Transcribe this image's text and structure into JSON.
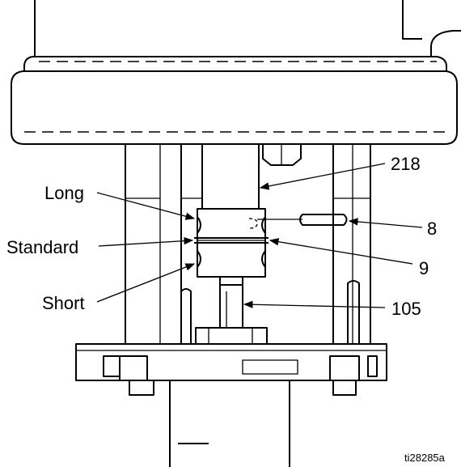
{
  "labels": {
    "long": "Long",
    "standard": "Standard",
    "short": "Short",
    "part_218": "218",
    "part_8": "8",
    "part_9": "9",
    "part_105": "105"
  },
  "figure_id": "ti28285a"
}
